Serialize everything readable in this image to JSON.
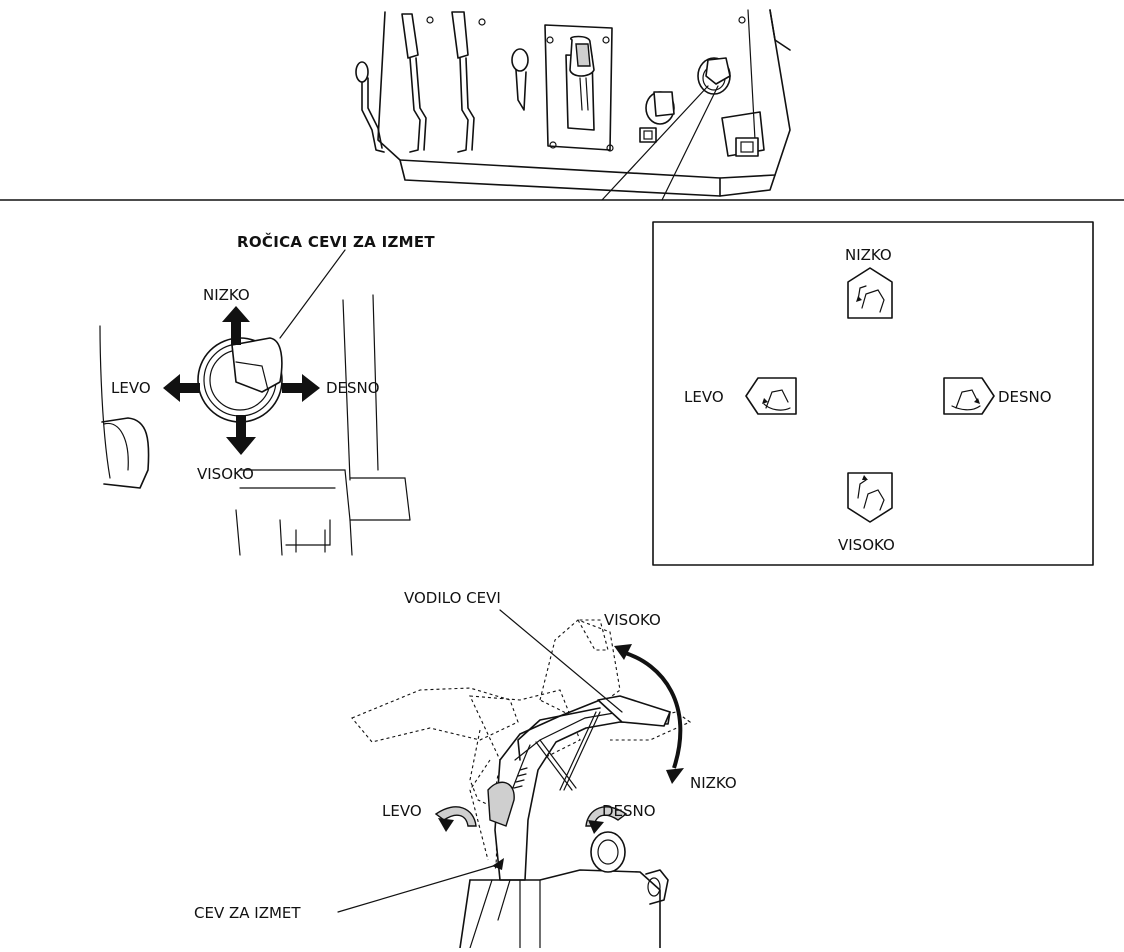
{
  "joystick_callout": {
    "handle_label": "ROČICA CEVI ZA IZMET",
    "up_label": "NIZKO",
    "down_label": "VISOKO",
    "left_label": "LEVO",
    "right_label": "DESNO"
  },
  "symbol_box": {
    "top_label": "NIZKO",
    "bottom_label": "VISOKO",
    "left_label": "LEVO",
    "right_label": "DESNO"
  },
  "chute_view": {
    "guide_label": "VODILO CEVI",
    "high_label": "VISOKO",
    "low_label": "NIZKO",
    "left_label": "LEVO",
    "right_label": "DESNO",
    "chute_label": "CEV ZA IZMET"
  }
}
